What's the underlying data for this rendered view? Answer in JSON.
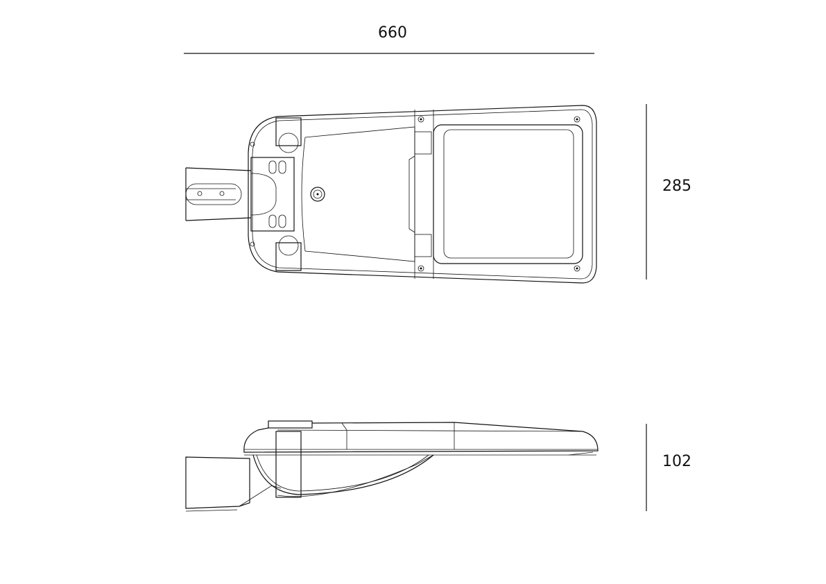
{
  "dimensions": {
    "length": "660",
    "width": "285",
    "height": "102"
  }
}
